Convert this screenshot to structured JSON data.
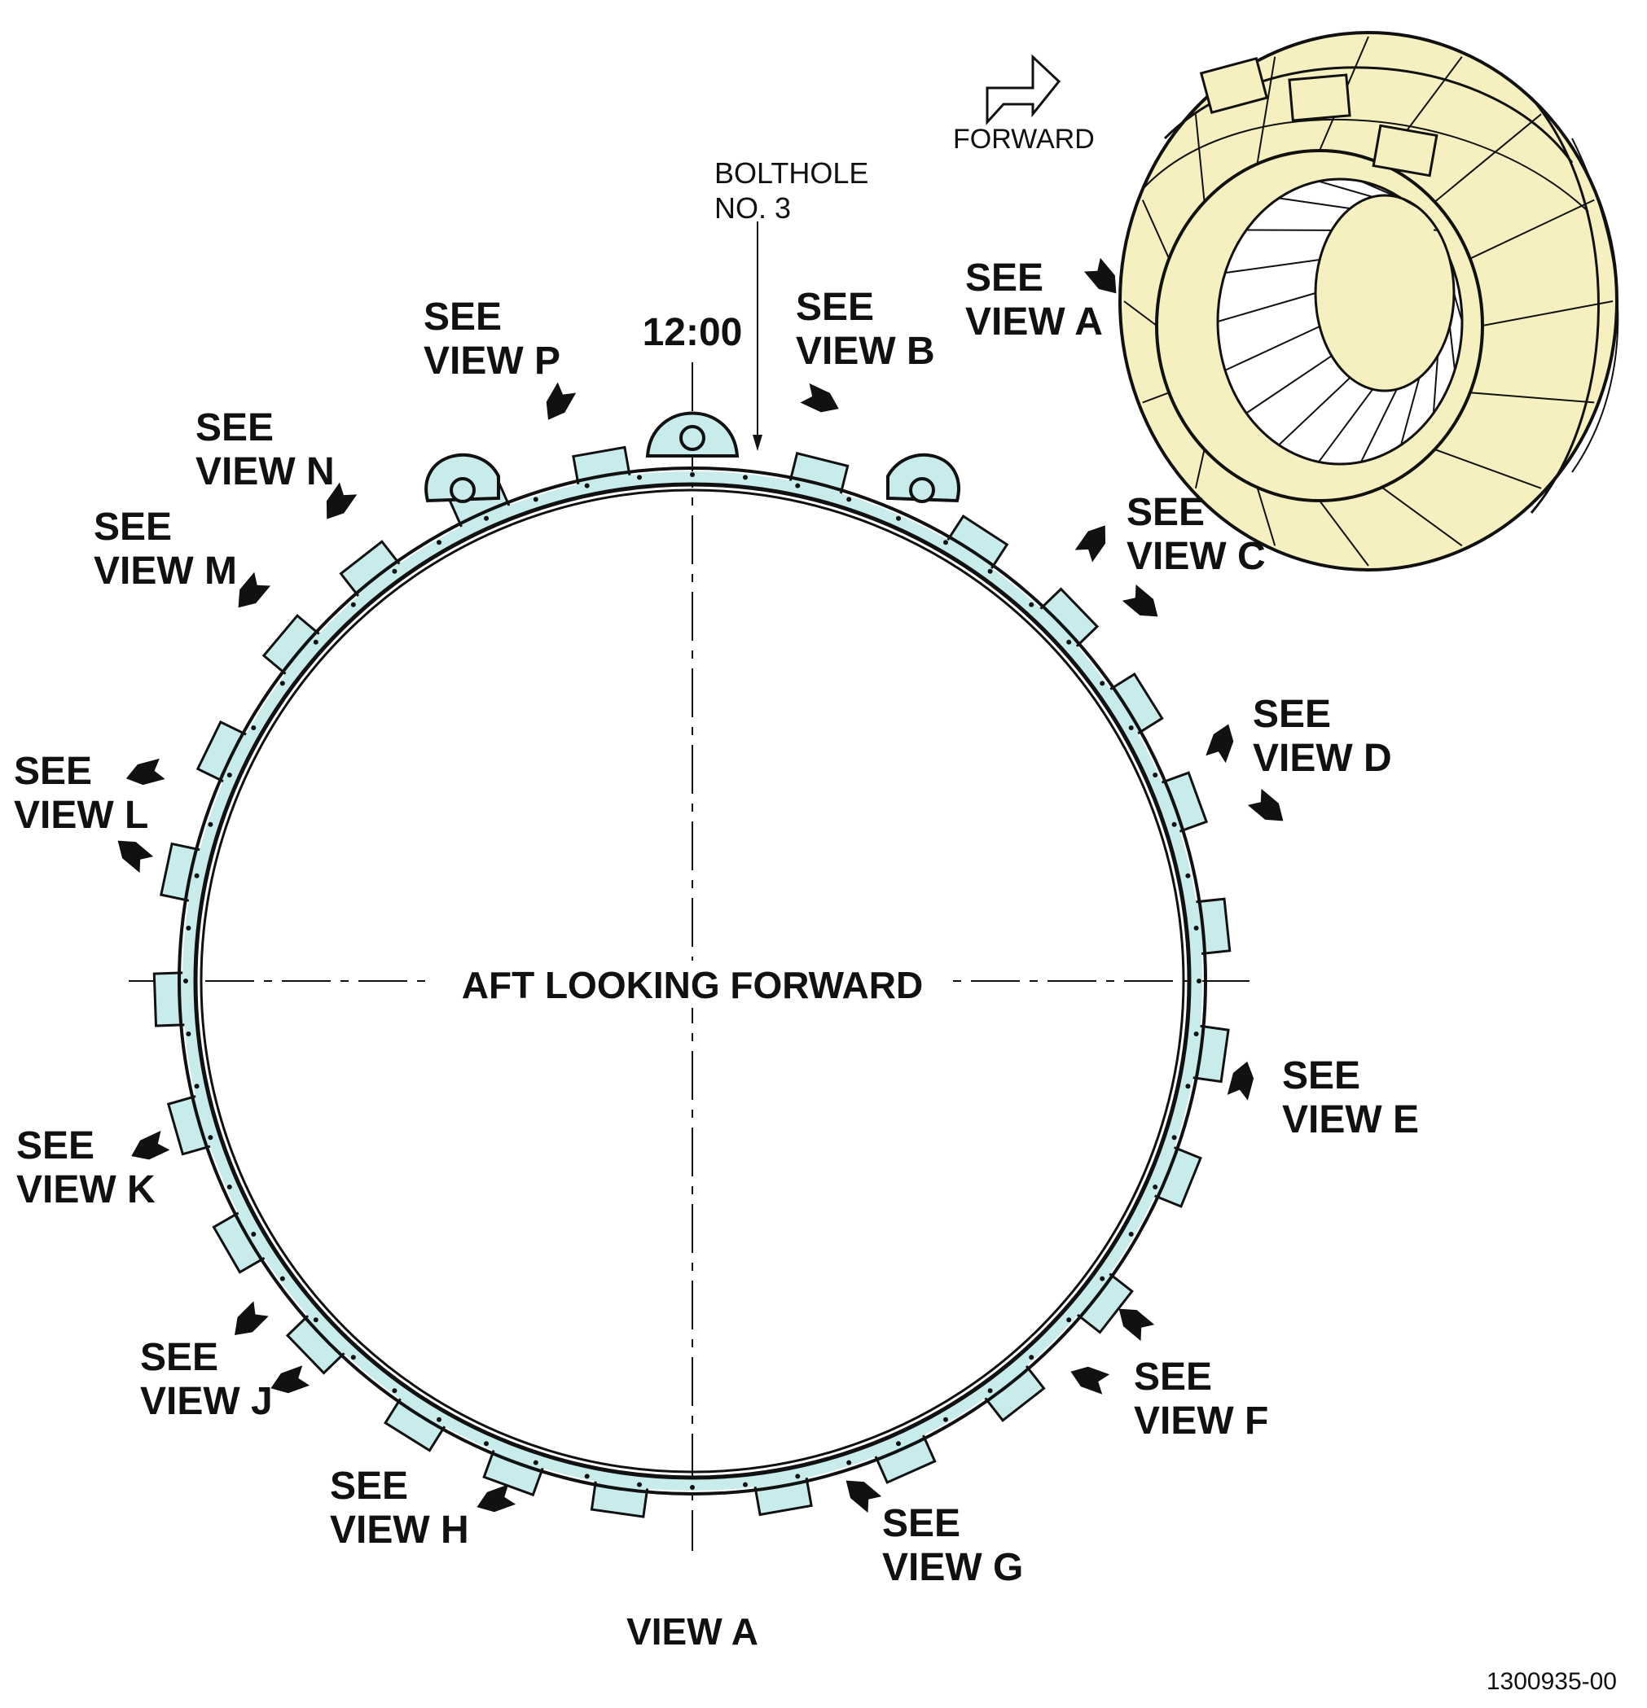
{
  "figure_id": "1300935-00",
  "title": "VIEW A",
  "center_label": "AFT LOOKING FORWARD",
  "clock_label": "12:00",
  "forward_label": "FORWARD",
  "bolthole_label": [
    "BOLTHOLE",
    "NO. 3"
  ],
  "callouts": [
    {
      "id": "A",
      "lines": [
        "SEE",
        "VIEW A"
      ]
    },
    {
      "id": "B",
      "lines": [
        "SEE",
        "VIEW B"
      ]
    },
    {
      "id": "C",
      "lines": [
        "SEE",
        "VIEW C"
      ]
    },
    {
      "id": "D",
      "lines": [
        "SEE",
        "VIEW D"
      ]
    },
    {
      "id": "E",
      "lines": [
        "SEE",
        "VIEW E"
      ]
    },
    {
      "id": "F",
      "lines": [
        "SEE",
        "VIEW F"
      ]
    },
    {
      "id": "G",
      "lines": [
        "SEE",
        "VIEW G"
      ]
    },
    {
      "id": "H",
      "lines": [
        "SEE",
        "VIEW H"
      ]
    },
    {
      "id": "J",
      "lines": [
        "SEE",
        "VIEW J"
      ]
    },
    {
      "id": "K",
      "lines": [
        "SEE",
        "VIEW K"
      ]
    },
    {
      "id": "L",
      "lines": [
        "SEE",
        "VIEW L"
      ]
    },
    {
      "id": "M",
      "lines": [
        "SEE",
        "VIEW M"
      ]
    },
    {
      "id": "N",
      "lines": [
        "SEE",
        "VIEW N"
      ]
    },
    {
      "id": "P",
      "lines": [
        "SEE",
        "VIEW P"
      ]
    }
  ],
  "colors": {
    "ring_fill": "#c8ecec",
    "engine_fill": "#f6f0c0",
    "line": "#111111"
  }
}
